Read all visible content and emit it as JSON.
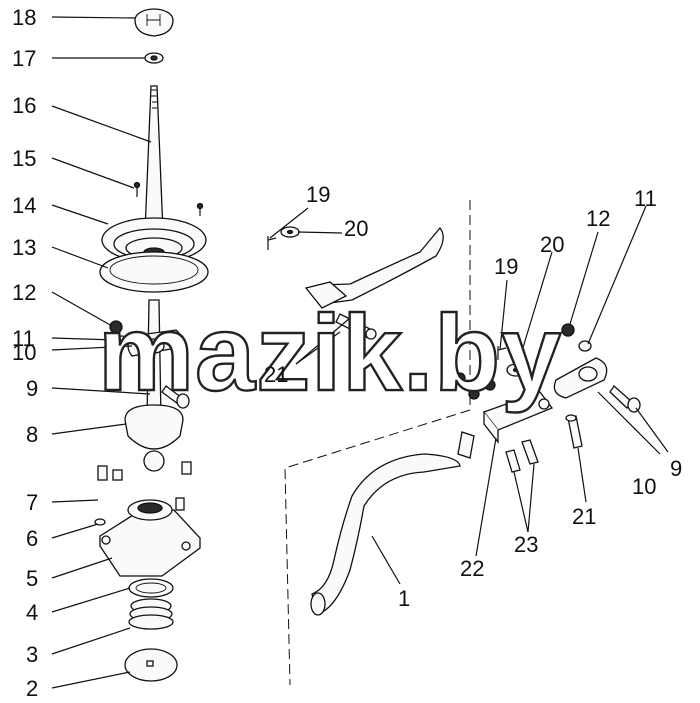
{
  "diagram": {
    "watermark": "mazik.by",
    "callouts": [
      {
        "id": "c18",
        "label": "18"
      },
      {
        "id": "c17",
        "label": "17"
      },
      {
        "id": "c16",
        "label": "16"
      },
      {
        "id": "c15",
        "label": "15"
      },
      {
        "id": "c14",
        "label": "14"
      },
      {
        "id": "c13",
        "label": "13"
      },
      {
        "id": "c12l",
        "label": "12"
      },
      {
        "id": "c11l",
        "label": "11"
      },
      {
        "id": "c10l",
        "label": "10"
      },
      {
        "id": "c9l",
        "label": "9"
      },
      {
        "id": "c8",
        "label": "8"
      },
      {
        "id": "c7",
        "label": "7"
      },
      {
        "id": "c6",
        "label": "6"
      },
      {
        "id": "c5",
        "label": "5"
      },
      {
        "id": "c4",
        "label": "4"
      },
      {
        "id": "c3",
        "label": "3"
      },
      {
        "id": "c2",
        "label": "2"
      },
      {
        "id": "c19a",
        "label": "19"
      },
      {
        "id": "c20a",
        "label": "20"
      },
      {
        "id": "c21a",
        "label": "21"
      },
      {
        "id": "c19b",
        "label": "19"
      },
      {
        "id": "c20b",
        "label": "20"
      },
      {
        "id": "c12r",
        "label": "12"
      },
      {
        "id": "c11r",
        "label": "11"
      },
      {
        "id": "c9r",
        "label": "9"
      },
      {
        "id": "c10r",
        "label": "10"
      },
      {
        "id": "c21b",
        "label": "21"
      },
      {
        "id": "c22",
        "label": "22"
      },
      {
        "id": "c23",
        "label": "23"
      },
      {
        "id": "c1",
        "label": "1"
      }
    ]
  }
}
